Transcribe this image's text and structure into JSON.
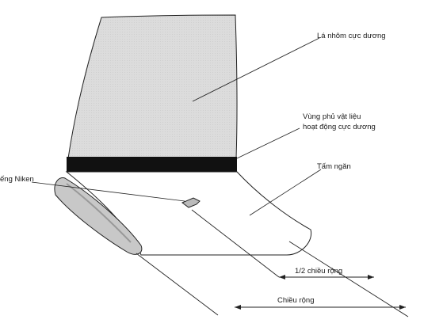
{
  "labels": {
    "aluminum_foil": "Lá nhôm cực dương",
    "coating_line1": "Vùng phủ vật liệu",
    "coating_line2": "hoạt động cực dương",
    "separator": "Tấm ngăn",
    "nickel_tab": "ếng Niken",
    "half_width": "1/2 chiều rộng",
    "full_width": "Chiều rộng"
  },
  "colors": {
    "foil_fill": "#dddddd",
    "coating_band": "#111111",
    "line": "#222222",
    "background": "#ffffff"
  }
}
